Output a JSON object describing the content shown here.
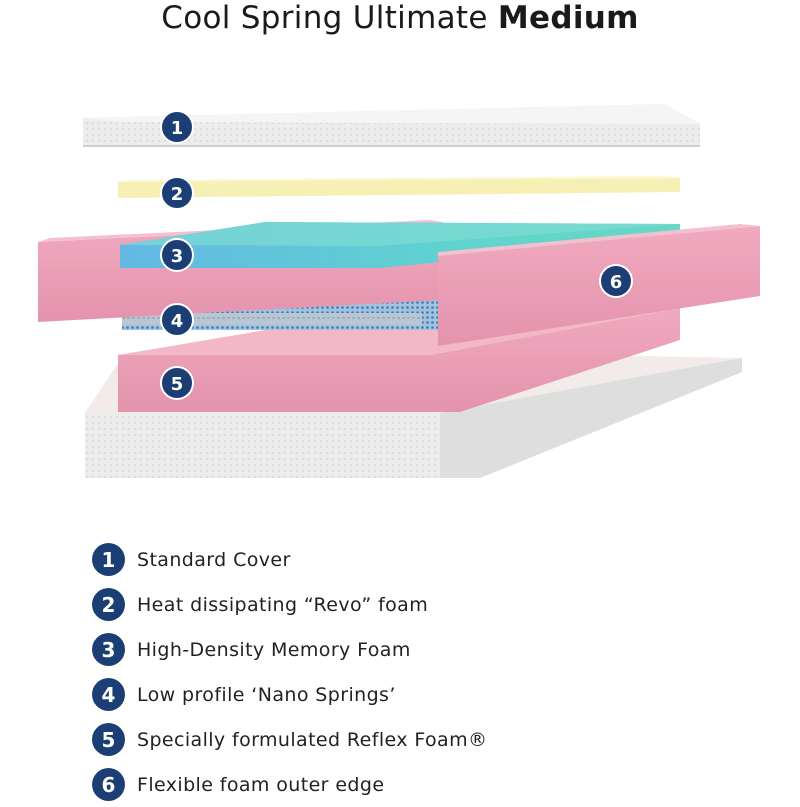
{
  "title": {
    "main": "Cool Spring Ultimate ",
    "bold": "Medium"
  },
  "legend": [
    {
      "num": "1",
      "label": "Standard Cover"
    },
    {
      "num": "2",
      "label": "Heat dissipating “Revo” foam"
    },
    {
      "num": "3",
      "label": "High-Density Memory Foam"
    },
    {
      "num": "4",
      "label": "Low profile ‘Nano Springs’"
    },
    {
      "num": "5",
      "label": "Specially formulated Reflex Foam®"
    },
    {
      "num": "6",
      "label": "Flexible foam outer edge"
    }
  ],
  "layer_badges": {
    "b1": "1",
    "b2": "2",
    "b3": "3",
    "b4": "4",
    "b5": "5",
    "b6": "6"
  },
  "colors": {
    "badge": "#1b3f74",
    "cover": "#eeeeee",
    "revo": "#f6f0b4",
    "memory": "#5fd0d2",
    "reflex": "#ec9fb7",
    "edge": "#e8a6bb"
  }
}
